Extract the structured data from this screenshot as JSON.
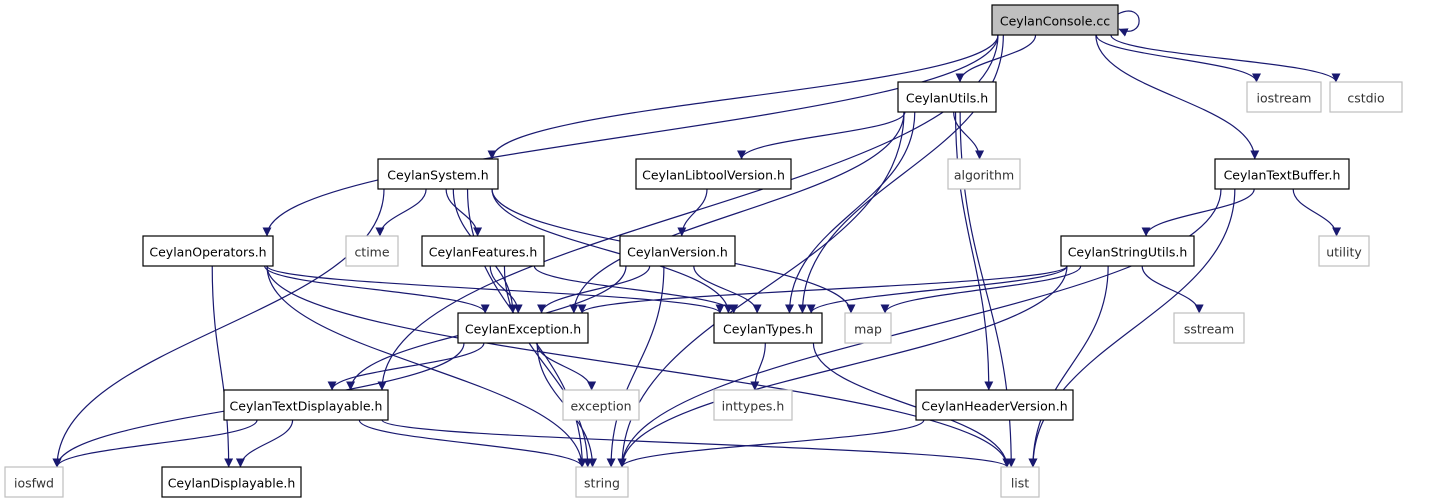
{
  "colors": {
    "edge": "#191970",
    "local_border": "#000000",
    "system_border": "#bfbfbf",
    "root_fill": "#bfbfbf",
    "node_fill": "#ffffff",
    "local_text": "#000000",
    "system_text": "#333333"
  },
  "nodes": [
    {
      "id": "console",
      "label": "CeylanConsole.cc",
      "kind": "root"
    },
    {
      "id": "utils",
      "label": "CeylanUtils.h",
      "kind": "local"
    },
    {
      "id": "iostream",
      "label": "iostream",
      "kind": "system"
    },
    {
      "id": "cstdio",
      "label": "cstdio",
      "kind": "system"
    },
    {
      "id": "system",
      "label": "CeylanSystem.h",
      "kind": "local"
    },
    {
      "id": "libtool",
      "label": "CeylanLibtoolVersion.h",
      "kind": "local"
    },
    {
      "id": "algorithm",
      "label": "algorithm",
      "kind": "system"
    },
    {
      "id": "textbuffer",
      "label": "CeylanTextBuffer.h",
      "kind": "local"
    },
    {
      "id": "operators",
      "label": "CeylanOperators.h",
      "kind": "local"
    },
    {
      "id": "ctime",
      "label": "ctime",
      "kind": "system"
    },
    {
      "id": "features",
      "label": "CeylanFeatures.h",
      "kind": "local"
    },
    {
      "id": "version",
      "label": "CeylanVersion.h",
      "kind": "local"
    },
    {
      "id": "stringutils",
      "label": "CeylanStringUtils.h",
      "kind": "local"
    },
    {
      "id": "utility",
      "label": "utility",
      "kind": "system"
    },
    {
      "id": "exception_h",
      "label": "CeylanException.h",
      "kind": "local"
    },
    {
      "id": "types",
      "label": "CeylanTypes.h",
      "kind": "local"
    },
    {
      "id": "map",
      "label": "map",
      "kind": "system"
    },
    {
      "id": "sstream",
      "label": "sstream",
      "kind": "system"
    },
    {
      "id": "textdisplayable",
      "label": "CeylanTextDisplayable.h",
      "kind": "local"
    },
    {
      "id": "exception",
      "label": "exception",
      "kind": "system"
    },
    {
      "id": "inttypes",
      "label": "inttypes.h",
      "kind": "system"
    },
    {
      "id": "headerversion",
      "label": "CeylanHeaderVersion.h",
      "kind": "local"
    },
    {
      "id": "iosfwd",
      "label": "iosfwd",
      "kind": "system"
    },
    {
      "id": "displayable",
      "label": "CeylanDisplayable.h",
      "kind": "local"
    },
    {
      "id": "string",
      "label": "string",
      "kind": "system"
    },
    {
      "id": "list",
      "label": "list",
      "kind": "system"
    }
  ],
  "edges": [
    {
      "from": "console",
      "to": "console"
    },
    {
      "from": "console",
      "to": "utils"
    },
    {
      "from": "console",
      "to": "iostream"
    },
    {
      "from": "console",
      "to": "cstdio"
    },
    {
      "from": "console",
      "to": "system"
    },
    {
      "from": "console",
      "to": "operators"
    },
    {
      "from": "console",
      "to": "textbuffer"
    },
    {
      "from": "console",
      "to": "types"
    },
    {
      "from": "console",
      "to": "textdisplayable"
    },
    {
      "from": "utils",
      "to": "libtool"
    },
    {
      "from": "utils",
      "to": "algorithm"
    },
    {
      "from": "utils",
      "to": "exception_h"
    },
    {
      "from": "utils",
      "to": "types"
    },
    {
      "from": "utils",
      "to": "headerversion"
    },
    {
      "from": "utils",
      "to": "string"
    },
    {
      "from": "utils",
      "to": "list"
    },
    {
      "from": "system",
      "to": "ctime"
    },
    {
      "from": "system",
      "to": "features"
    },
    {
      "from": "system",
      "to": "exception_h"
    },
    {
      "from": "system",
      "to": "types"
    },
    {
      "from": "system",
      "to": "map"
    },
    {
      "from": "system",
      "to": "iosfwd"
    },
    {
      "from": "system",
      "to": "string"
    },
    {
      "from": "libtool",
      "to": "version"
    },
    {
      "from": "textbuffer",
      "to": "stringutils"
    },
    {
      "from": "textbuffer",
      "to": "utility"
    },
    {
      "from": "textbuffer",
      "to": "string"
    },
    {
      "from": "textbuffer",
      "to": "list"
    },
    {
      "from": "operators",
      "to": "exception_h"
    },
    {
      "from": "operators",
      "to": "types"
    },
    {
      "from": "operators",
      "to": "displayable"
    },
    {
      "from": "operators",
      "to": "string"
    },
    {
      "from": "operators",
      "to": "list"
    },
    {
      "from": "features",
      "to": "exception_h"
    },
    {
      "from": "features",
      "to": "types"
    },
    {
      "from": "features",
      "to": "string"
    },
    {
      "from": "version",
      "to": "exception_h"
    },
    {
      "from": "version",
      "to": "types"
    },
    {
      "from": "version",
      "to": "textdisplayable"
    },
    {
      "from": "version",
      "to": "string"
    },
    {
      "from": "stringutils",
      "to": "exception_h"
    },
    {
      "from": "stringutils",
      "to": "types"
    },
    {
      "from": "stringutils",
      "to": "map"
    },
    {
      "from": "stringutils",
      "to": "sstream"
    },
    {
      "from": "stringutils",
      "to": "string"
    },
    {
      "from": "stringutils",
      "to": "list"
    },
    {
      "from": "exception_h",
      "to": "textdisplayable"
    },
    {
      "from": "exception_h",
      "to": "exception"
    },
    {
      "from": "exception_h",
      "to": "string"
    },
    {
      "from": "exception_h",
      "to": "iosfwd"
    },
    {
      "from": "types",
      "to": "inttypes"
    },
    {
      "from": "types",
      "to": "list"
    },
    {
      "from": "textdisplayable",
      "to": "displayable"
    },
    {
      "from": "textdisplayable",
      "to": "string"
    },
    {
      "from": "textdisplayable",
      "to": "list"
    },
    {
      "from": "textdisplayable",
      "to": "iosfwd"
    },
    {
      "from": "headerversion",
      "to": "string"
    }
  ]
}
